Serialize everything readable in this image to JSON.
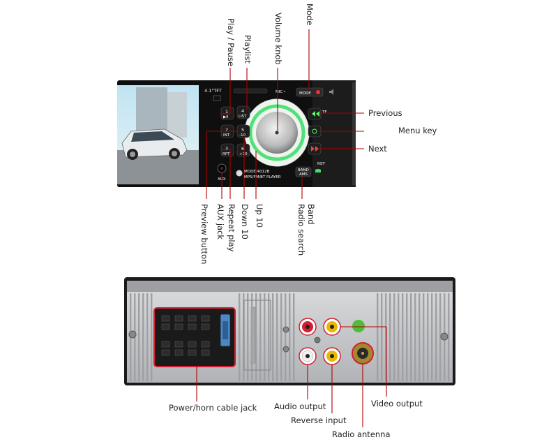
{
  "top_labels": {
    "mode": "Mode",
    "volume_knob": "Volume knob",
    "playlist": "Playlist",
    "play_pause": "Play / Pause",
    "previous": "Previous",
    "menu_key": "Menu key",
    "next": "Next",
    "up_10": "Up 10",
    "down_10": "Down 10",
    "repeat_play": "Repeat play",
    "aux_jack": "AUX jack",
    "preview_button": "Preview button",
    "band": "Band",
    "radio_search": "Radio search"
  },
  "front_panel": {
    "screen_tag": "4.1\"TFT",
    "mic": "MIC",
    "tf": "TF",
    "mode_btn": "MODE",
    "model": "MODE:4012B",
    "player": "MP5/FM/BT PLAYER",
    "aux": "AUX",
    "rst": "RST",
    "band_btn": "BAND",
    "ams_btn": "AMS",
    "keys": [
      {
        "num": "1",
        "sub": "▶II"
      },
      {
        "num": "2",
        "sub": "INT"
      },
      {
        "num": "3",
        "sub": "RPT"
      },
      {
        "num": "4",
        "sub": "LIST"
      },
      {
        "num": "5",
        "sub": "-10"
      },
      {
        "num": "6",
        "sub": "+10"
      }
    ]
  },
  "bottom_labels": {
    "power_horn": "Power/horn cable jack",
    "audio_output": "Audio output",
    "reverse_input": "Reverse input",
    "radio_antenna": "Radio antenna",
    "video_output": "Video output"
  },
  "colors": {
    "leader": "#b00000",
    "panel": "#151515",
    "ring": "#3ee06a",
    "chassis": "#c4c6c8"
  }
}
